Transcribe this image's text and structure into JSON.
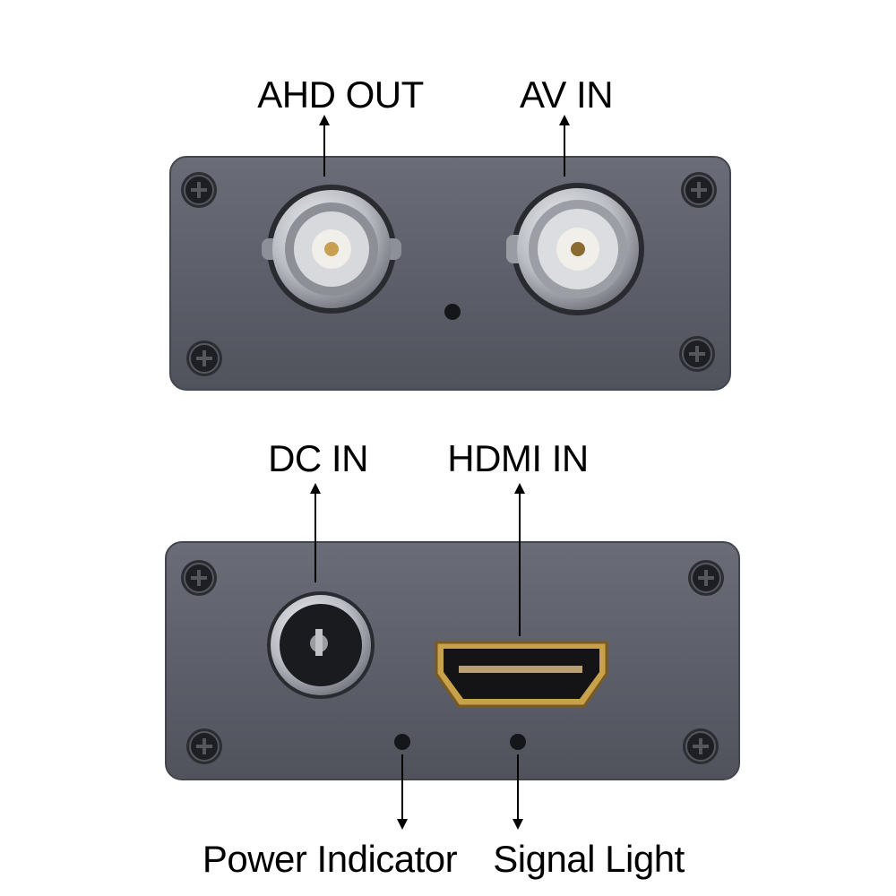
{
  "labels": {
    "ahd_out": "AHD OUT",
    "av_in": "AV IN",
    "dc_in": "DC IN",
    "hdmi_in": "HDMI IN",
    "power_indicator": "Power Indicator",
    "signal_light": "Signal Light"
  },
  "colors": {
    "panel": "#5d5f6b",
    "panel_edge": "#44464f",
    "metal": "#c9cbd0",
    "gold": "#b8953a"
  }
}
